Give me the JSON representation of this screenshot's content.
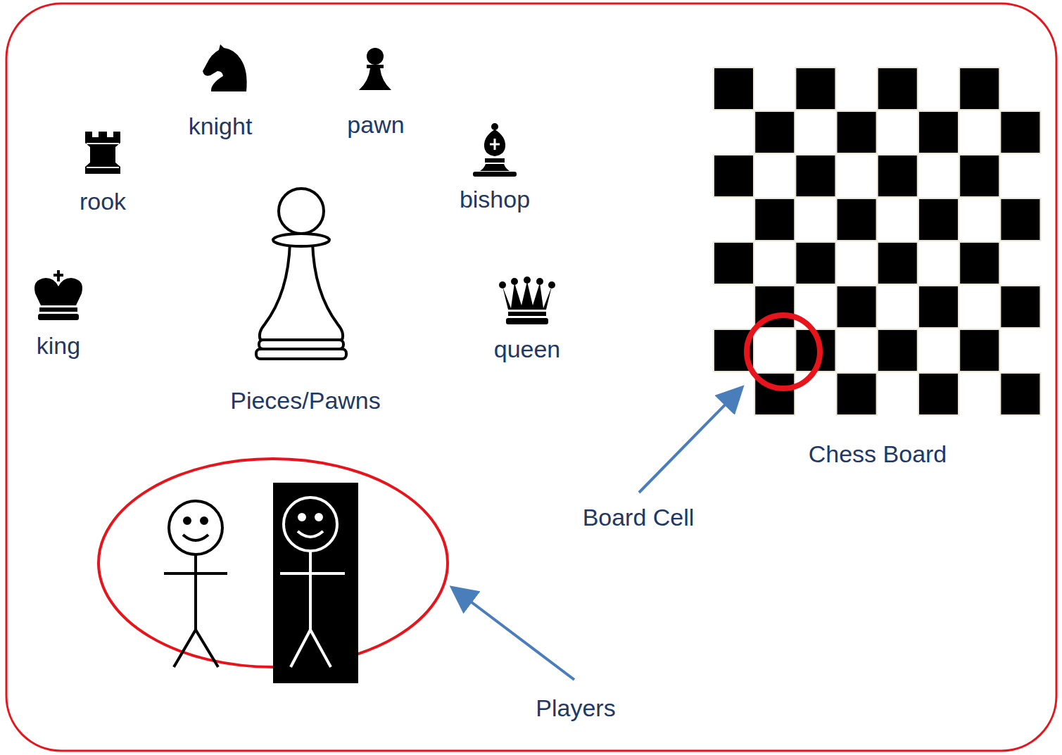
{
  "diagram": {
    "labels": [
      "knight",
      "pawn",
      "rook",
      "bishop",
      "king",
      "queen",
      "Pieces/Pawns",
      "Chess Board",
      "Board Cell",
      "Players"
    ]
  }
}
